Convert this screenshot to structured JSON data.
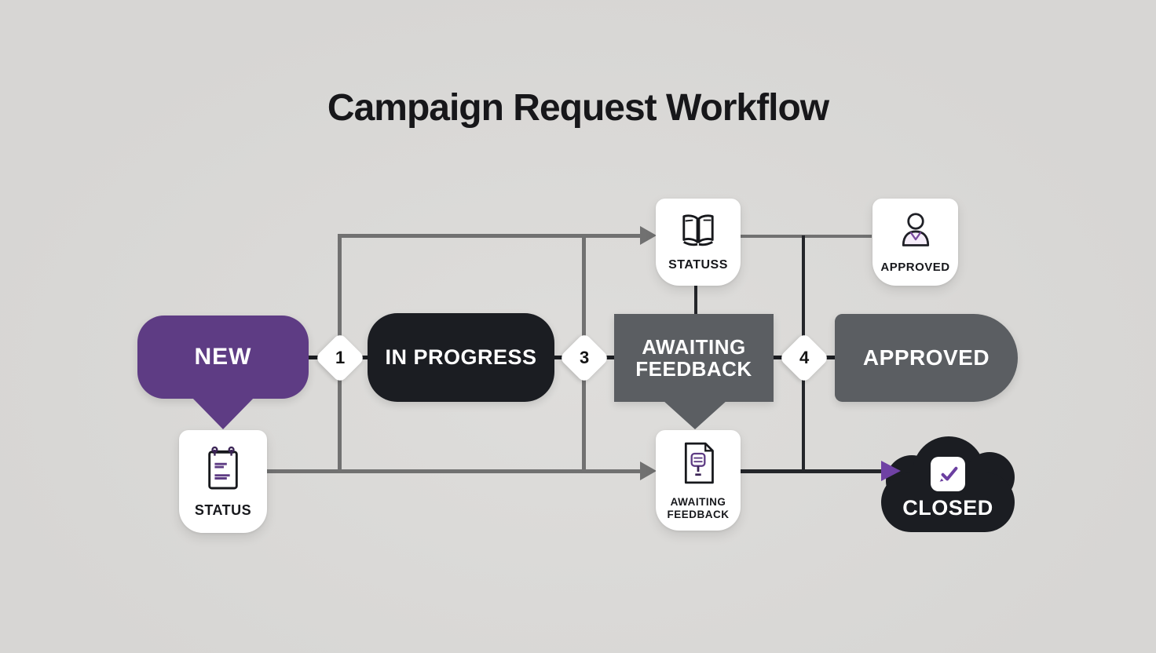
{
  "title": "Campaign Request Workflow",
  "colors": {
    "background": "#d8d7d5",
    "purple": "#5e3c84",
    "dark": "#1b1d22",
    "gray_box": "#5b5e62",
    "line_gray": "#717171",
    "line_dark": "#24262a",
    "arrow_purple": "#6f41a4",
    "card_bg": "#ffffff",
    "text_light": "#ffffff",
    "text_dark": "#17181c"
  },
  "flow": {
    "nodes": [
      {
        "id": "new",
        "label": "NEW",
        "shape": "speech-bubble",
        "color": "#5e3c84"
      },
      {
        "id": "in-progress",
        "label": "IN PROGRESS",
        "shape": "rounded-rect",
        "color": "#1b1d22"
      },
      {
        "id": "awaiting-feedback",
        "label_line1": "AWAITING",
        "label_line2": "FEEDBACK",
        "shape": "callout-rect",
        "color": "#5b5e62"
      },
      {
        "id": "approved",
        "label": "APPROVED",
        "shape": "half-round-rect",
        "color": "#5b5e62"
      },
      {
        "id": "closed",
        "label": "CLOSED",
        "shape": "cloud",
        "color": "#1b1d22"
      }
    ],
    "steps": [
      "1",
      "3",
      "4"
    ]
  },
  "cards": {
    "status_top": {
      "label": "STATUSS",
      "icon": "open-book-icon"
    },
    "approved_top": {
      "label": "APPROVED",
      "icon": "person-icon"
    },
    "status_bottom": {
      "label": "STATUS",
      "icon": "clipboard-icon"
    },
    "awaiting_bottom": {
      "label_line1": "AWAITING",
      "label_line2": "FEEDBACK",
      "icon": "document-icon"
    }
  }
}
